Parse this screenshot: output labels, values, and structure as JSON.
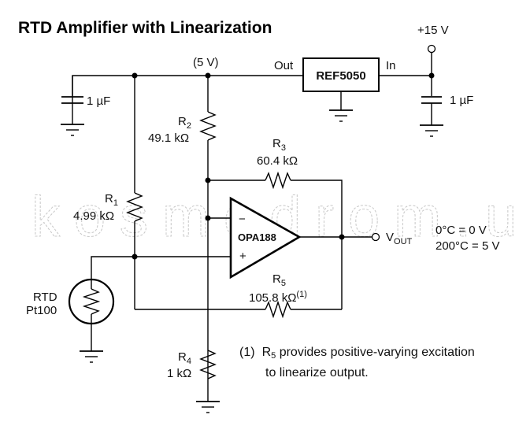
{
  "title": "RTD Amplifier with Linearization",
  "supply": {
    "label": "+15 V"
  },
  "rail": {
    "label": "(5 V)"
  },
  "regulator": {
    "name": "REF5050",
    "out_label": "Out",
    "in_label": "In"
  },
  "capacitors": [
    {
      "id": "C1",
      "value": "1 µF"
    },
    {
      "id": "C2",
      "value": "1 µF"
    }
  ],
  "resistors": {
    "r1": {
      "name": "R",
      "sub": "1",
      "value": "4.99 kΩ"
    },
    "r2": {
      "name": "R",
      "sub": "2",
      "value": "49.1 kΩ"
    },
    "r3": {
      "name": "R",
      "sub": "3",
      "value": "60.4 kΩ"
    },
    "r4": {
      "name": "R",
      "sub": "4",
      "value": "1 kΩ"
    },
    "r5": {
      "name": "R",
      "sub": "5",
      "value": "105.8 kΩ",
      "note": "(1)"
    }
  },
  "opamp": {
    "name": "OPA188",
    "minus": "−",
    "plus": "+"
  },
  "rtd": {
    "line1": "RTD",
    "line2": "Pt100"
  },
  "output": {
    "label": "V",
    "sub": "OUT",
    "cal_line1": "0°C = 0 V",
    "cal_line2": "200°C = 5 V"
  },
  "footnote": {
    "marker": "(1)",
    "r": "R",
    "r_sub": "5",
    "line1_rest": " provides positive-varying excitation",
    "line2": "to linearize output."
  },
  "watermark": "kosmodrom.ua"
}
